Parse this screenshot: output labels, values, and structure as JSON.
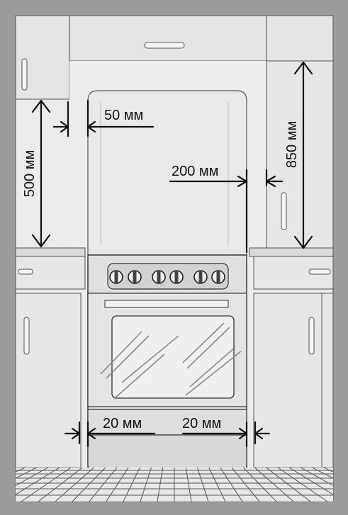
{
  "colors": {
    "frame": "#9c9c9c",
    "wall": "#eaeaea",
    "cabinet": "#e4e4e4",
    "cabinet_dark": "#d4d4d4",
    "stove": "#dcdcdc",
    "line": "#3a3a3a",
    "dim": "#111111",
    "glass": "#8a8a8a"
  },
  "dimensions": {
    "side_gap_left": "50 мм",
    "side_gap_right": "200 мм",
    "height_left": "500 мм",
    "height_right": "850 мм",
    "floor_gap_left": "20 мм",
    "floor_gap_right": "20 мм"
  }
}
